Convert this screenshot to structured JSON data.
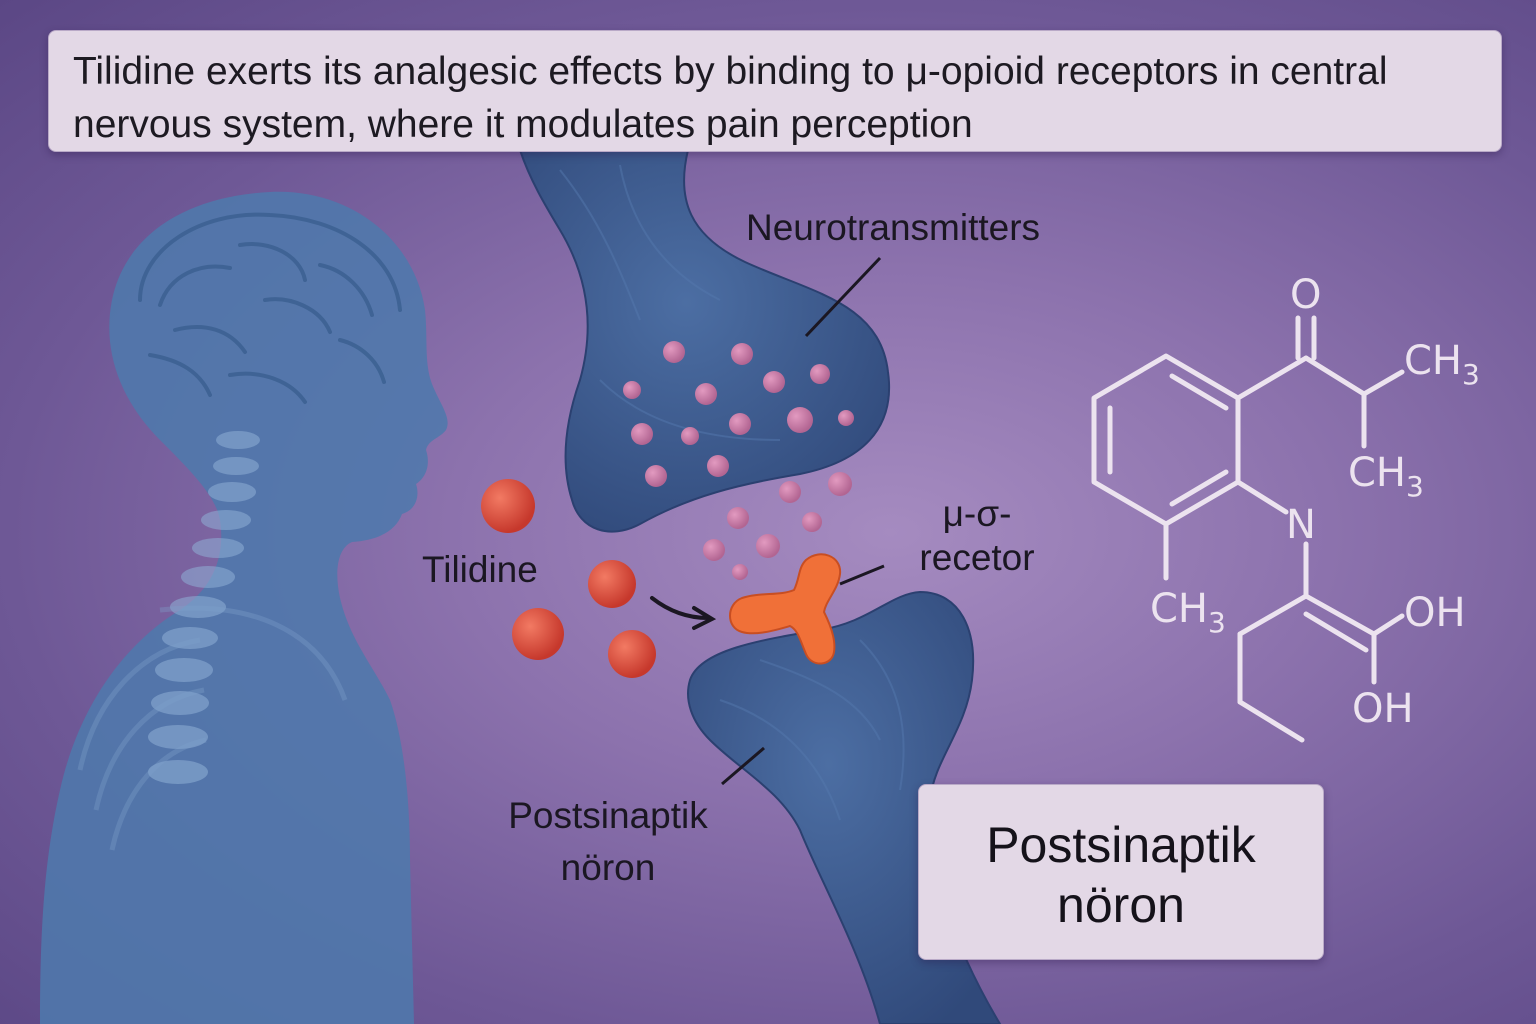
{
  "caption": {
    "line1": "Tilidine exerts its analgesic effects by binding to μ-opioid receptors in central",
    "line2": "nervous system, where it modulates pain perception"
  },
  "labels": {
    "neurotransmitters": "Neurotransmitters",
    "tilidine": "Tilidine",
    "receptor_line1": "μ-σ-",
    "receptor_line2": "recetor",
    "postsynaptic_line1": "Postsinaptik",
    "postsynaptic_line2": "nöron"
  },
  "box": {
    "line1": "Postsinaptik",
    "line2": "nöron"
  },
  "structure": {
    "O": "O",
    "CH3_top": "CH",
    "CH3_mid": "CH",
    "CH3_left": "CH",
    "sub3": "3",
    "N": "N",
    "OH_top": "OH",
    "OH_bottom": "OH"
  },
  "colors": {
    "background": "#8c72ad",
    "neuron": "#3f5f92",
    "tilidine": "#d94b3b",
    "receptor": "#f07038",
    "vesicle": "#c07aa3",
    "structure": "#ece3ef"
  }
}
